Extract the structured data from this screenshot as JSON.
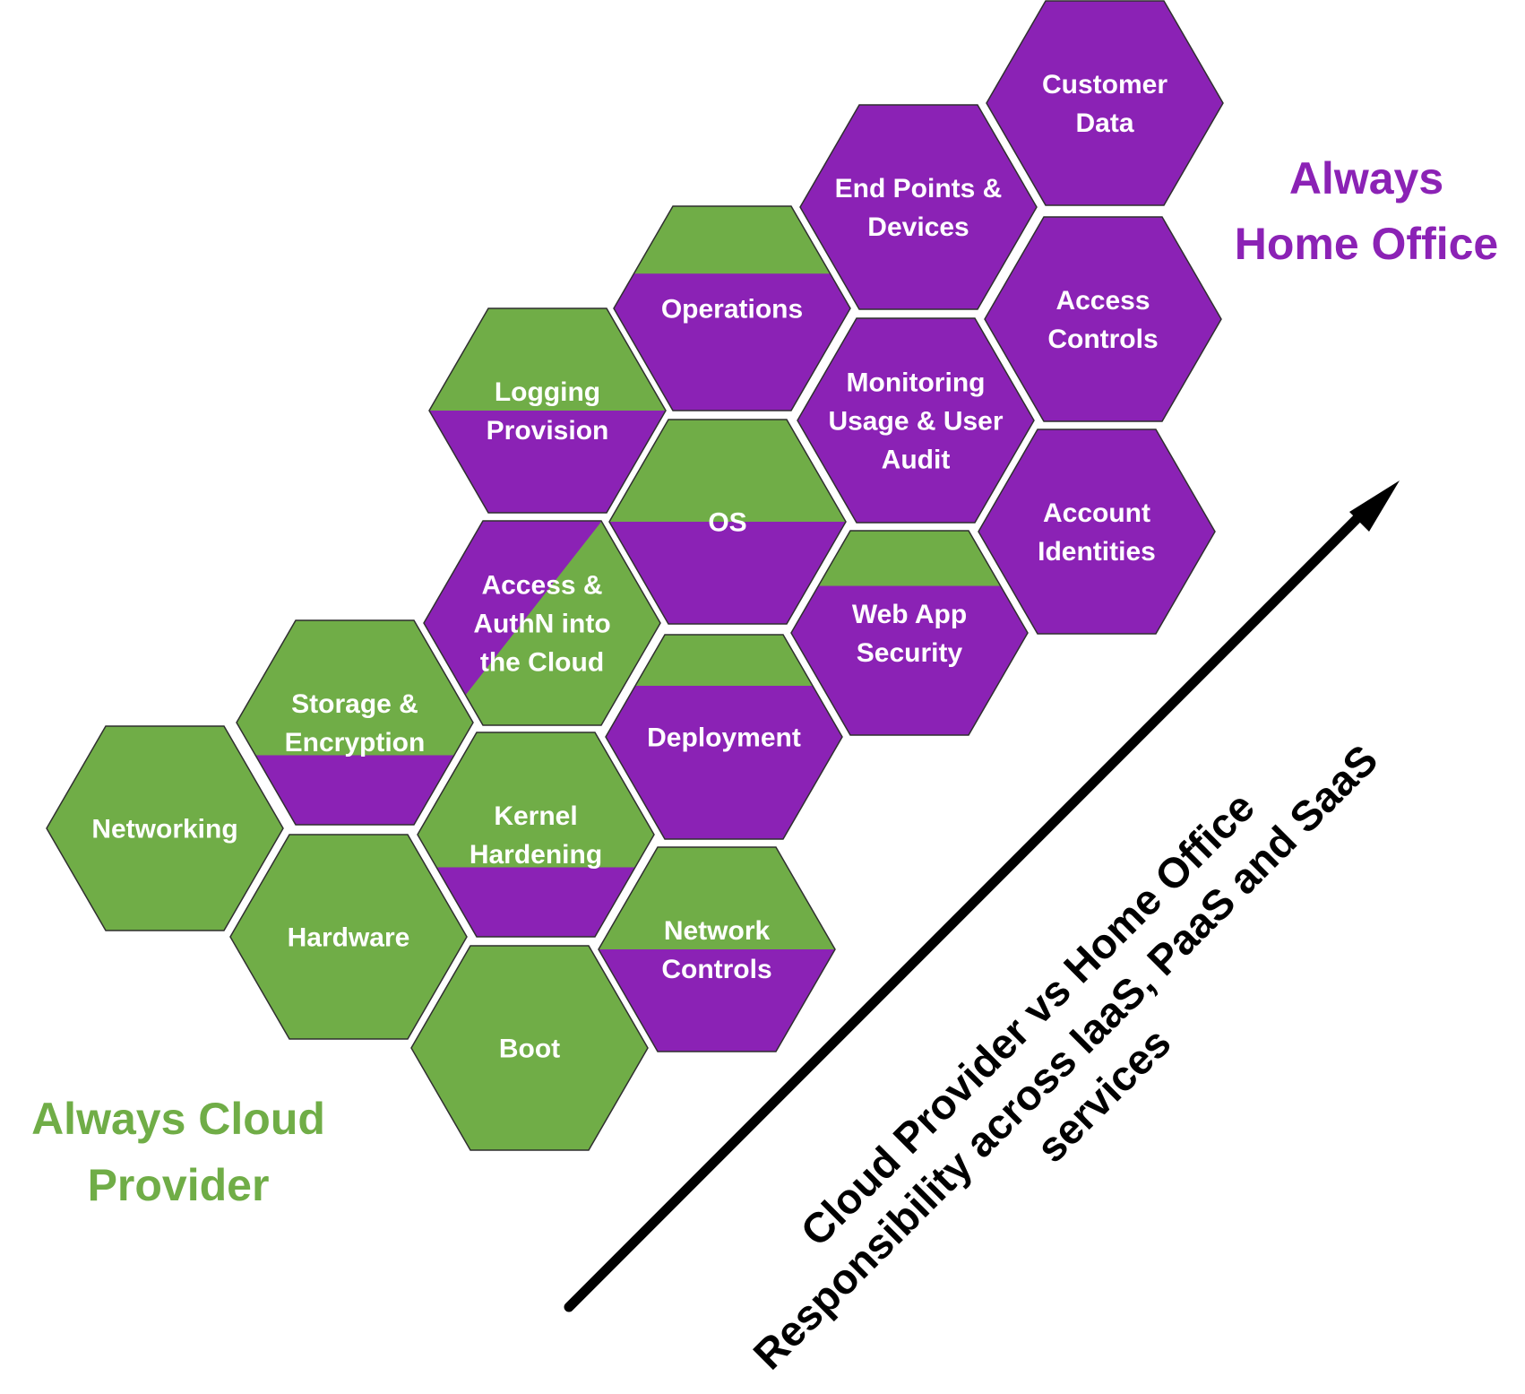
{
  "colors": {
    "cloud_provider": "#70AD47",
    "home_office": "#8B22B5",
    "hex_outline": "#2F2F2F",
    "arrow": "#000000"
  },
  "labels": {
    "home_office_line1": "Always",
    "home_office_line2": "Home Office",
    "cloud_provider_line1": "Always Cloud",
    "cloud_provider_line2": "Provider",
    "arrow_caption_line1": "Cloud Provider vs Home Office",
    "arrow_caption_line2": "Responsibility across IaaS, PaaS and SaaS",
    "arrow_caption_line3": "services"
  },
  "hexagons": [
    {
      "id": "customer-data",
      "lines": [
        "Customer",
        "Data"
      ],
      "fill": "purple",
      "green_share": 0
    },
    {
      "id": "end-points-devices",
      "lines": [
        "End Points &",
        "Devices"
      ],
      "fill": "purple",
      "green_share": 0
    },
    {
      "id": "access-controls",
      "lines": [
        "Access",
        "Controls"
      ],
      "fill": "purple",
      "green_share": 0
    },
    {
      "id": "operations",
      "lines": [
        "Operations"
      ],
      "fill": "split",
      "green_share": 0.33
    },
    {
      "id": "monitoring-usage-user-audit",
      "lines": [
        "Monitoring",
        "Usage & User",
        "Audit"
      ],
      "fill": "purple",
      "green_share": 0
    },
    {
      "id": "logging-provision",
      "lines": [
        "Logging",
        "Provision"
      ],
      "fill": "split",
      "green_share": 0.5
    },
    {
      "id": "account-identities",
      "lines": [
        "Account",
        "Identities"
      ],
      "fill": "purple",
      "green_share": 0
    },
    {
      "id": "os",
      "lines": [
        "OS"
      ],
      "fill": "split",
      "green_share": 0.5
    },
    {
      "id": "access-authn-cloud",
      "lines": [
        "Access &",
        "AuthN into",
        "the Cloud"
      ],
      "fill": "diagonal",
      "green_share": 0.5
    },
    {
      "id": "web-app-security",
      "lines": [
        "Web App",
        "Security"
      ],
      "fill": "split",
      "green_share": 0.27
    },
    {
      "id": "storage-encryption",
      "lines": [
        "Storage &",
        "Encryption"
      ],
      "fill": "split",
      "green_share": 0.66
    },
    {
      "id": "deployment",
      "lines": [
        "Deployment"
      ],
      "fill": "split",
      "green_share": 0.25
    },
    {
      "id": "networking",
      "lines": [
        "Networking"
      ],
      "fill": "green",
      "green_share": 1
    },
    {
      "id": "kernel-hardening",
      "lines": [
        "Kernel",
        "Hardening"
      ],
      "fill": "split",
      "green_share": 0.66
    },
    {
      "id": "hardware",
      "lines": [
        "Hardware"
      ],
      "fill": "green",
      "green_share": 1
    },
    {
      "id": "network-controls",
      "lines": [
        "Network",
        "Controls"
      ],
      "fill": "split",
      "green_share": 0.5
    },
    {
      "id": "boot",
      "lines": [
        "Boot"
      ],
      "fill": "green",
      "green_share": 1
    }
  ]
}
